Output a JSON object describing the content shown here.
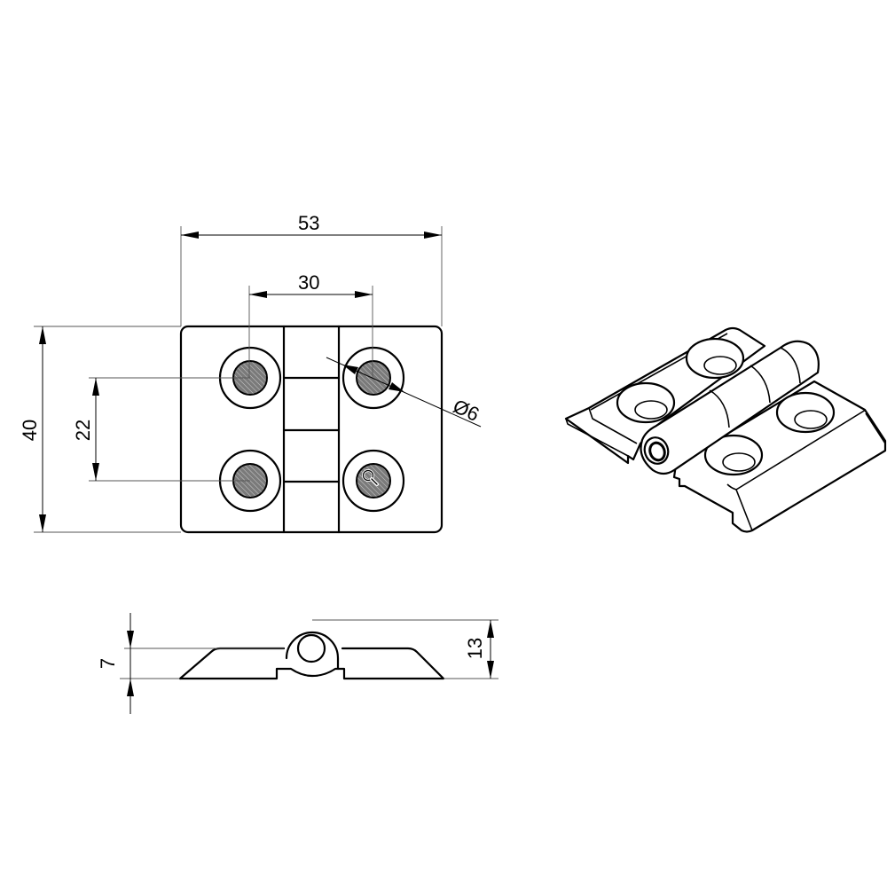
{
  "drawing": {
    "title": "Hinge technical drawing",
    "views": [
      "top-view",
      "side-view",
      "isometric-view"
    ],
    "dimensions": {
      "overall_width": "53",
      "hole_spacing_horizontal": "30",
      "overall_height": "40",
      "hole_spacing_vertical": "22",
      "hole_diameter": "Ø6",
      "plate_thickness": "7",
      "overall_thickness": "13"
    },
    "units": "mm",
    "colors": {
      "line": "#000000",
      "hole_fill": "#6b6b6b",
      "background": "#ffffff"
    },
    "holes": 4,
    "overlay_icon": "magnifier-icon"
  }
}
